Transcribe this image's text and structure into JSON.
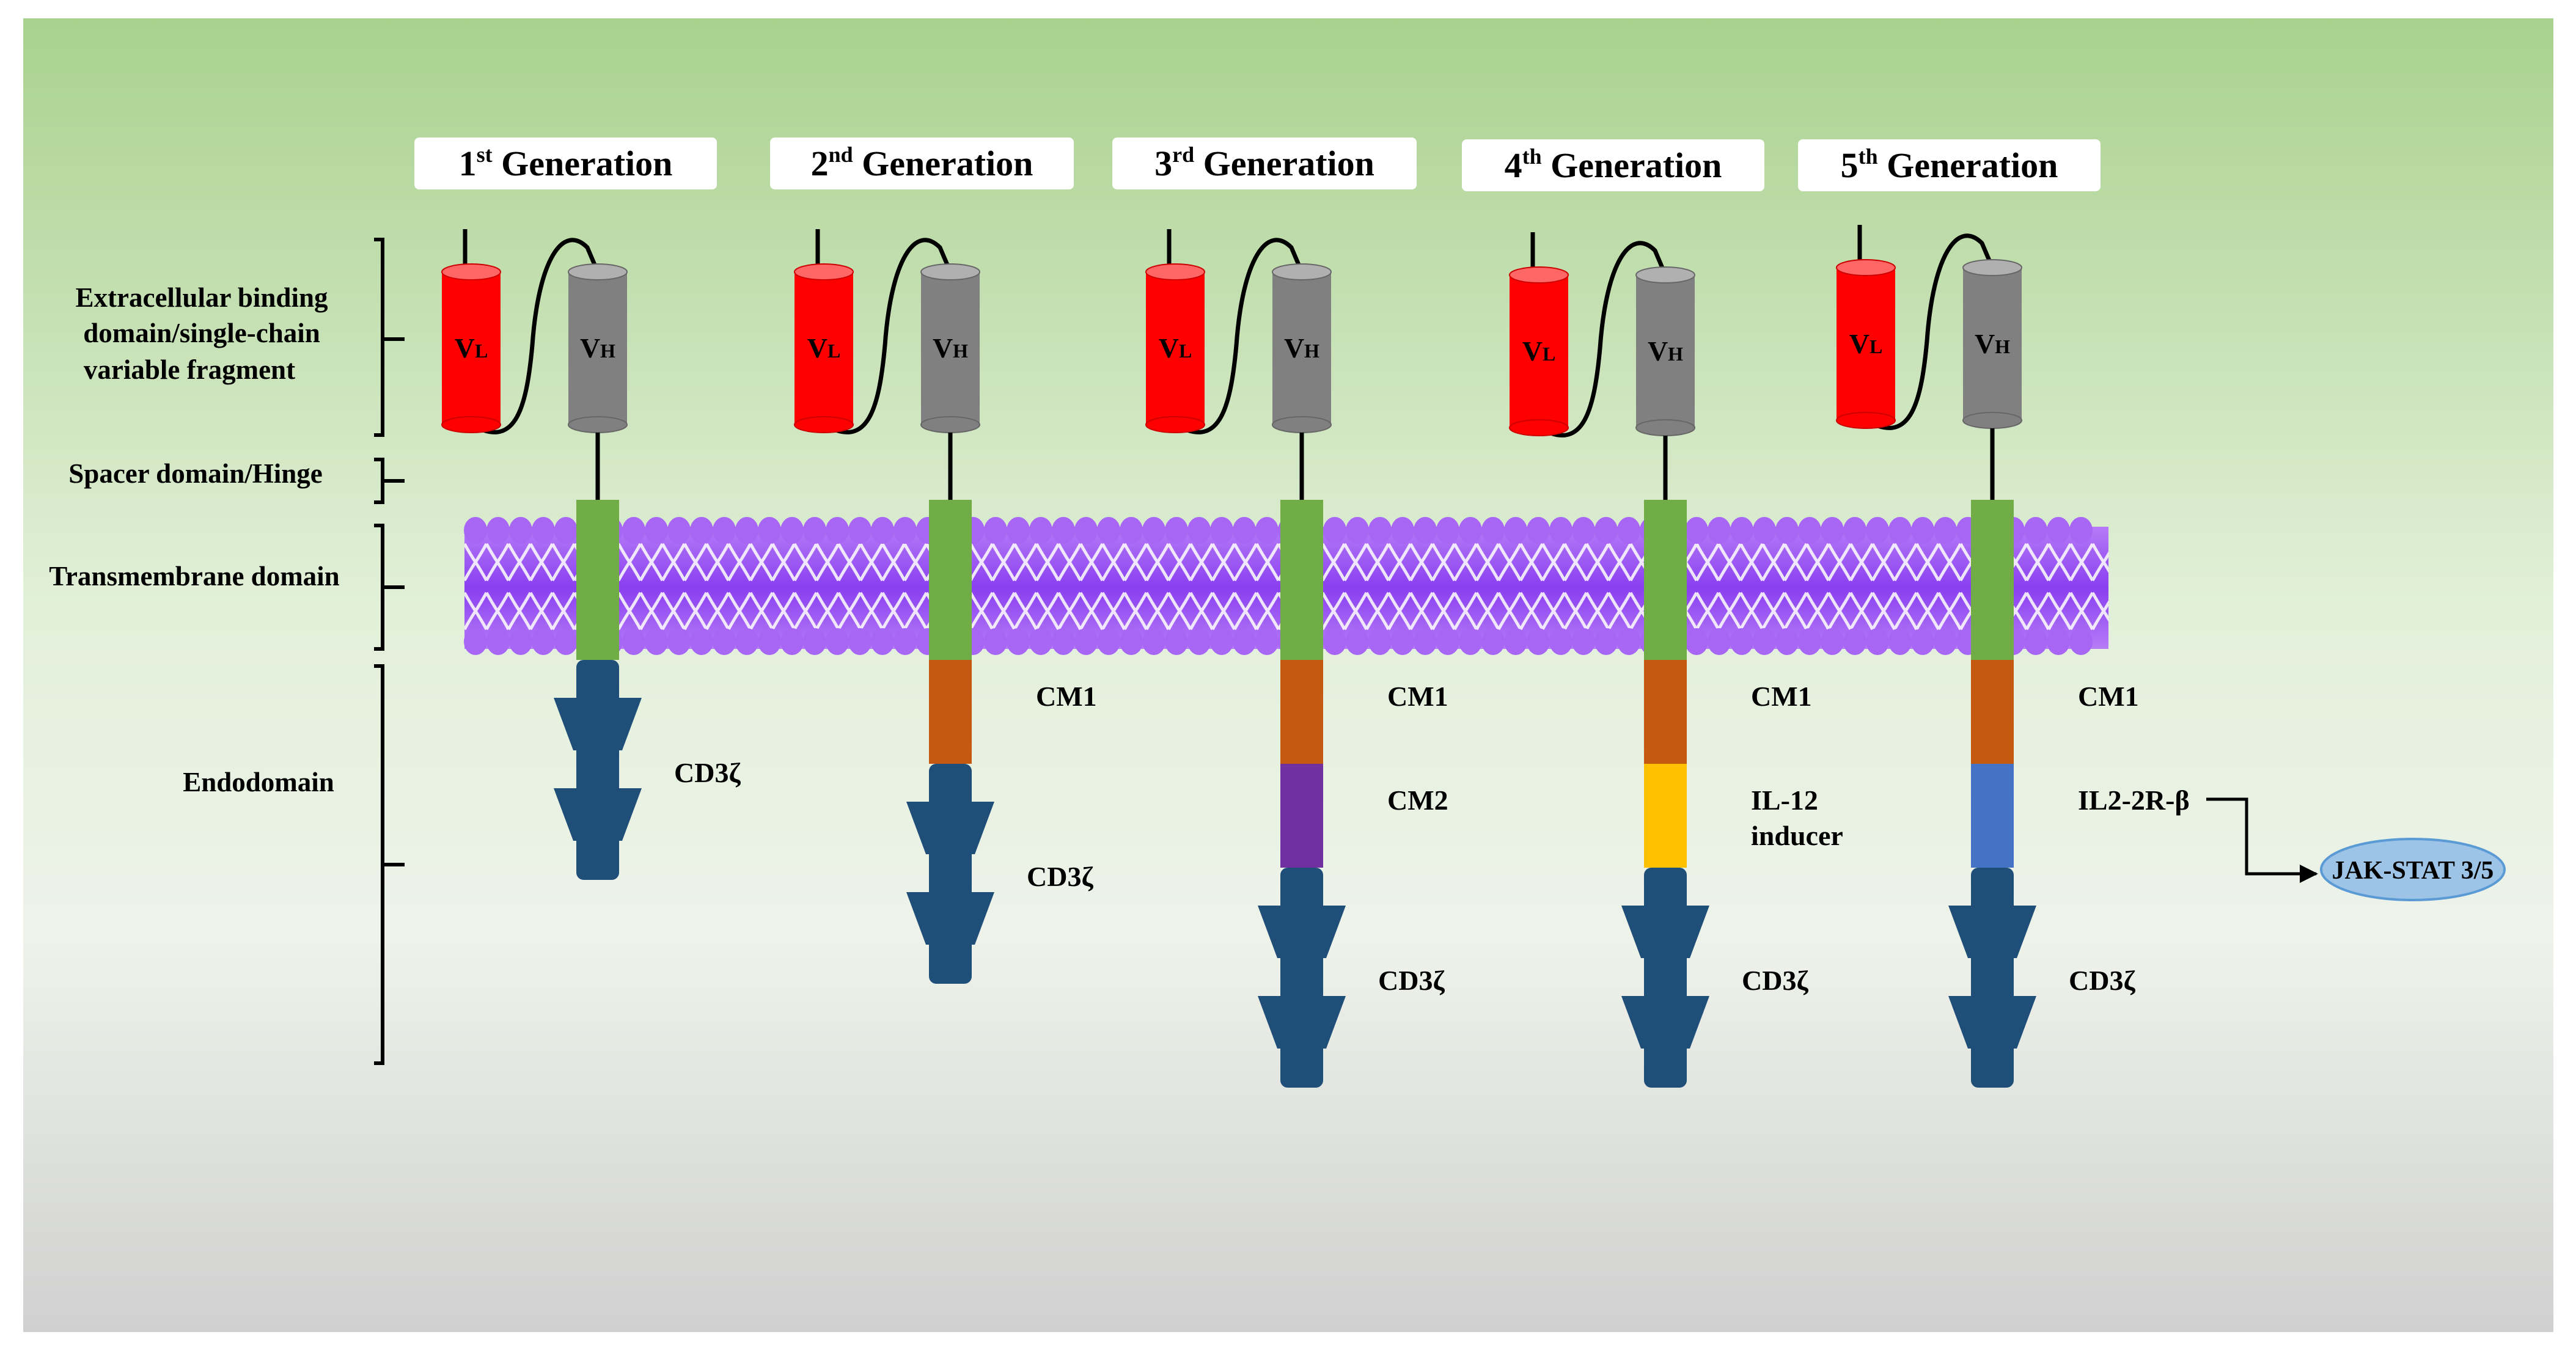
{
  "domain_labels": {
    "extracellular": [
      "Extracellular binding",
      "domain/single-chain",
      "variable fragment"
    ],
    "spacer": "Spacer domain/Hinge",
    "transmembrane": "Transmembrane domain",
    "endodomain": "Endodomain"
  },
  "scfv": {
    "vl_main": "V",
    "vl_sub": "L",
    "vh_main": "V",
    "vh_sub": "H"
  },
  "generations": [
    {
      "ordinal": "1",
      "suffix": "st",
      "word": " Generation",
      "segments": [
        {
          "type": "cd3z",
          "label": "CD3ζ"
        }
      ]
    },
    {
      "ordinal": "2",
      "suffix": "nd",
      "word": " Generation",
      "segments": [
        {
          "type": "block",
          "color": "#c65911",
          "label": [
            "CM1"
          ]
        },
        {
          "type": "cd3z",
          "label": "CD3ζ"
        }
      ]
    },
    {
      "ordinal": "3",
      "suffix": "rd",
      "word": " Generation",
      "segments": [
        {
          "type": "block",
          "color": "#c65911",
          "label": [
            "CM1"
          ]
        },
        {
          "type": "block",
          "color": "#7030a0",
          "label": [
            "CM2"
          ]
        },
        {
          "type": "cd3z",
          "label": "CD3ζ"
        }
      ]
    },
    {
      "ordinal": "4",
      "suffix": "th",
      "word": " Generation",
      "segments": [
        {
          "type": "block",
          "color": "#c65911",
          "label": [
            "CM1"
          ]
        },
        {
          "type": "block",
          "color": "#ffc000",
          "label": [
            "IL-12",
            "inducer"
          ]
        },
        {
          "type": "cd3z",
          "label": "CD3ζ"
        }
      ]
    },
    {
      "ordinal": "5",
      "suffix": "th",
      "word": " Generation",
      "segments": [
        {
          "type": "block",
          "color": "#c65911",
          "label": [
            "CM1"
          ]
        },
        {
          "type": "block",
          "color": "#4472c4",
          "label": [
            "IL2-2R-β"
          ]
        },
        {
          "type": "cd3z",
          "label": "CD3ζ"
        }
      ]
    }
  ],
  "jak_stat": {
    "label": "JAK-STAT 3/5",
    "fill": "#9dc3e6"
  },
  "colors": {
    "vl": "#ff0000",
    "vh": "#808080",
    "transmembrane": "#70ad47",
    "cd3z": "#1f4e79",
    "membrane": "#9b51f0",
    "bg_top": "#a9d18e",
    "bg_bottom": "#d0d0d0"
  }
}
